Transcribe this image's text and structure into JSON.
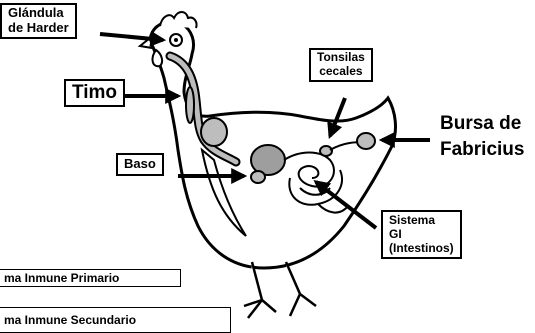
{
  "labels": {
    "harder": [
      "Glándula",
      "de Harder"
    ],
    "timo": "Timo",
    "tonsilas": [
      "Tonsilas",
      "cecales"
    ],
    "bursa": [
      "Bursa de",
      "Fabricius"
    ],
    "baso": "Baso",
    "sistema_gi": [
      "Sistema",
      "GI",
      "(Intestinos)"
    ],
    "primario": "ma Inmune Primario",
    "secundario": "ma Inmune Secundario"
  },
  "colors": {
    "organ": "#bdbdbd",
    "organ_dark": "#9e9e9e",
    "outline": "#000000",
    "background": "#ffffff"
  }
}
